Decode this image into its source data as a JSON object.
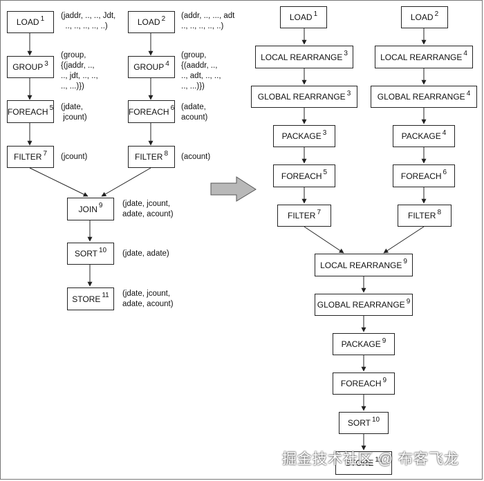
{
  "left_plan": {
    "load1": {
      "label": "LOAD",
      "num": "1"
    },
    "load2": {
      "label": "LOAD",
      "num": "2"
    },
    "group3": {
      "label": "GROUP",
      "num": "3"
    },
    "group4": {
      "label": "GROUP",
      "num": "4"
    },
    "foreach5": {
      "label": "FOREACH",
      "num": "5"
    },
    "foreach6": {
      "label": "FOREACH",
      "num": "6"
    },
    "filter7": {
      "label": "FILTER",
      "num": "7"
    },
    "filter8": {
      "label": "FILTER",
      "num": "8"
    },
    "join9": {
      "label": "JOIN",
      "num": "9"
    },
    "sort10": {
      "label": "SORT",
      "num": "10"
    },
    "store11": {
      "label": "STORE",
      "num": "11"
    }
  },
  "annotations": {
    "load1": "(jaddr, .., .., Jdt,\n  .., .., .., .., ..)",
    "load2": "(addr, .., ..., adt\n.., .., .., .., ..)",
    "group3": "(group,\n{(jaddr, ..,\n.., jdt, .., ..,\n.., ...)})",
    "group4": "(group,\n{(aaddr, ..,\n.., adt, .., ..,\n.., ...)})",
    "foreach5": "(jdate,\n jcount)",
    "foreach6": "(adate,\nacount)",
    "filter7": "(jcount)",
    "filter8": "(acount)",
    "join9": "(jdate, jcount,\nadate, acount)",
    "sort10": "(jdate, adate)",
    "store11": "(jdate, jcount,\nadate, acount)"
  },
  "right_plan": {
    "load1": {
      "label": "LOAD",
      "num": "1"
    },
    "load2": {
      "label": "LOAD",
      "num": "2"
    },
    "lr3": {
      "label": "LOCAL REARRANGE",
      "num": "3"
    },
    "lr4": {
      "label": "LOCAL REARRANGE",
      "num": "4"
    },
    "gr3": {
      "label": "GLOBAL REARRANGE",
      "num": "3"
    },
    "gr4": {
      "label": "GLOBAL REARRANGE",
      "num": "4"
    },
    "pkg3": {
      "label": "PACKAGE",
      "num": "3"
    },
    "pkg4": {
      "label": "PACKAGE",
      "num": "4"
    },
    "foreach5": {
      "label": "FOREACH",
      "num": "5"
    },
    "foreach6": {
      "label": "FOREACH",
      "num": "6"
    },
    "filter7": {
      "label": "FILTER",
      "num": "7"
    },
    "filter8": {
      "label": "FILTER",
      "num": "8"
    },
    "lr9": {
      "label": "LOCAL REARRANGE",
      "num": "9"
    },
    "gr9": {
      "label": "GLOBAL REARRANGE",
      "num": "9"
    },
    "pkg9": {
      "label": "PACKAGE",
      "num": "9"
    },
    "foreach9": {
      "label": "FOREACH",
      "num": "9"
    },
    "sort10": {
      "label": "SORT",
      "num": "10"
    },
    "store11": {
      "label": "STORE",
      "num": "11"
    }
  },
  "watermark": "掘金技术社区 @ 布客飞龙",
  "colors": {
    "arrow_fill": "#b8b8b8",
    "line": "#222222"
  }
}
